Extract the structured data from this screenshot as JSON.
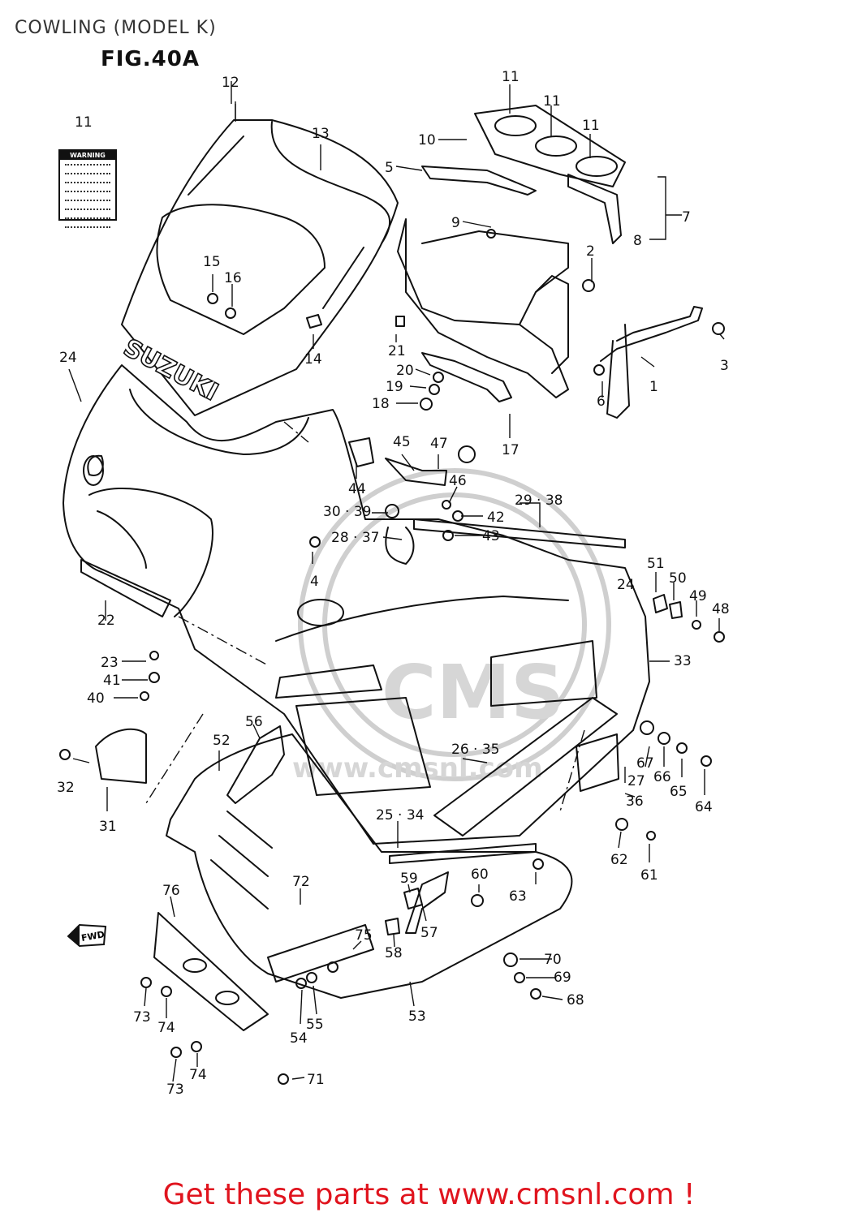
{
  "page": {
    "title": "COWLING (MODEL K)",
    "figure": "FIG.40A",
    "footer": "Get these parts at www.cmsnl.com !",
    "watermark_text": "CMS",
    "watermark_url": "www.cmsnl.com",
    "warning_label_text": "WARNING",
    "fwd_text": "FWD",
    "brand_text": "SUZUKI",
    "colors": {
      "footer": "#e0141e",
      "line": "#111111",
      "watermark": "#cfcfcf"
    }
  },
  "parts": [
    {
      "id": "p1",
      "label": "1"
    },
    {
      "id": "p2",
      "label": "2"
    },
    {
      "id": "p3",
      "label": "3"
    },
    {
      "id": "p4",
      "label": "4"
    },
    {
      "id": "p5",
      "label": "5"
    },
    {
      "id": "p6",
      "label": "6"
    },
    {
      "id": "p7",
      "label": "7"
    },
    {
      "id": "p8",
      "label": "8"
    },
    {
      "id": "p9",
      "label": "9"
    },
    {
      "id": "p10",
      "label": "10"
    },
    {
      "id": "p11a",
      "label": "11"
    },
    {
      "id": "p11b",
      "label": "11"
    },
    {
      "id": "p11c",
      "label": "11"
    },
    {
      "id": "p11d",
      "label": "11"
    },
    {
      "id": "p12",
      "label": "12"
    },
    {
      "id": "p13",
      "label": "13"
    },
    {
      "id": "p14",
      "label": "14"
    },
    {
      "id": "p15",
      "label": "15"
    },
    {
      "id": "p16",
      "label": "16"
    },
    {
      "id": "p17",
      "label": "17"
    },
    {
      "id": "p18",
      "label": "18"
    },
    {
      "id": "p19",
      "label": "19"
    },
    {
      "id": "p20",
      "label": "20"
    },
    {
      "id": "p21",
      "label": "21"
    },
    {
      "id": "p22",
      "label": "22"
    },
    {
      "id": "p23",
      "label": "23"
    },
    {
      "id": "p24",
      "label": "24"
    },
    {
      "id": "p25",
      "label": "25 · 34"
    },
    {
      "id": "p26",
      "label": "26 · 35"
    },
    {
      "id": "p27",
      "label": "27"
    },
    {
      "id": "p28",
      "label": "28 · 37"
    },
    {
      "id": "p29",
      "label": "29 · 38"
    },
    {
      "id": "p30",
      "label": "30 · 39"
    },
    {
      "id": "p31",
      "label": "31"
    },
    {
      "id": "p32",
      "label": "32"
    },
    {
      "id": "p33",
      "label": "33"
    },
    {
      "id": "p36",
      "label": "36"
    },
    {
      "id": "p40",
      "label": "40"
    },
    {
      "id": "p41",
      "label": "41"
    },
    {
      "id": "p42",
      "label": "42"
    },
    {
      "id": "p43",
      "label": "43"
    },
    {
      "id": "p44",
      "label": "44"
    },
    {
      "id": "p45",
      "label": "45"
    },
    {
      "id": "p46",
      "label": "46"
    },
    {
      "id": "p47",
      "label": "47"
    },
    {
      "id": "p48",
      "label": "48"
    },
    {
      "id": "p49",
      "label": "49"
    },
    {
      "id": "p50",
      "label": "50"
    },
    {
      "id": "p51",
      "label": "51"
    },
    {
      "id": "p52",
      "label": "52"
    },
    {
      "id": "p53",
      "label": "53"
    },
    {
      "id": "p54",
      "label": "54"
    },
    {
      "id": "p55",
      "label": "55"
    },
    {
      "id": "p56",
      "label": "56"
    },
    {
      "id": "p57",
      "label": "57"
    },
    {
      "id": "p58",
      "label": "58"
    },
    {
      "id": "p59",
      "label": "59"
    },
    {
      "id": "p60",
      "label": "60"
    },
    {
      "id": "p61",
      "label": "61"
    },
    {
      "id": "p62",
      "label": "62"
    },
    {
      "id": "p63",
      "label": "63"
    },
    {
      "id": "p64",
      "label": "64"
    },
    {
      "id": "p65",
      "label": "65"
    },
    {
      "id": "p66",
      "label": "66"
    },
    {
      "id": "p67",
      "label": "67"
    },
    {
      "id": "p68",
      "label": "68"
    },
    {
      "id": "p69",
      "label": "69"
    },
    {
      "id": "p70",
      "label": "70"
    },
    {
      "id": "p71",
      "label": "71"
    },
    {
      "id": "p72",
      "label": "72"
    },
    {
      "id": "p73a",
      "label": "73"
    },
    {
      "id": "p73b",
      "label": "73"
    },
    {
      "id": "p74a",
      "label": "74"
    },
    {
      "id": "p74b",
      "label": "74"
    },
    {
      "id": "p75",
      "label": "75"
    },
    {
      "id": "p76",
      "label": "76"
    },
    {
      "id": "p24b",
      "label": "24"
    }
  ]
}
